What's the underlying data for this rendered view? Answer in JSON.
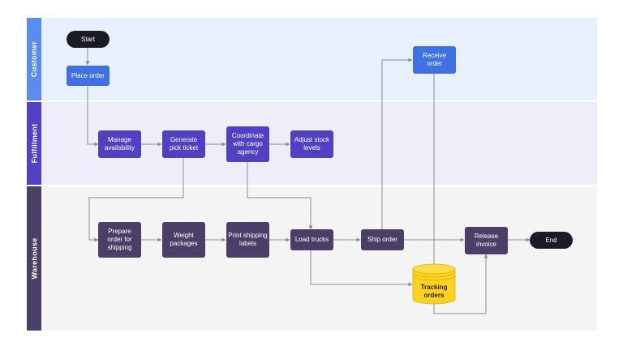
{
  "lanes": {
    "customer": "Customer",
    "fulfillment": "Fulfillment",
    "warehouse": "Warehouse"
  },
  "nodes": {
    "start": "Start",
    "place_order": "Place order",
    "receive_order": "Receive order",
    "manage_availability": "Manage availability",
    "generate_pick_ticket": "Generate pick ticket",
    "coordinate_cargo": "Coordinate with cargo agency",
    "adjust_stock": "Adjust stock levels",
    "prepare_order": "Prepare order for shipping",
    "weight_packages": "Weight packages",
    "print_labels": "Print shipping labels",
    "load_trucks": "Load trucks",
    "ship_order": "Ship order",
    "release_invoice": "Release invoice",
    "end": "End",
    "tracking_orders": "Tracking orders"
  },
  "colors": {
    "customer_lane_head": "#5a8cf0",
    "customer_lane_bg": "#e9f0fd",
    "fulfillment_lane_head": "#5242c6",
    "fulfillment_lane_bg": "#efedfa",
    "warehouse_lane_head": "#4a3f66",
    "warehouse_lane_bg": "#f4f4f4",
    "terminal": "#1b1b24",
    "customer_node": "#3f72e0",
    "fulfillment_node": "#5141c2",
    "warehouse_node": "#4b3f68",
    "database": "#ffd21f",
    "connector": "#8c8c96"
  }
}
